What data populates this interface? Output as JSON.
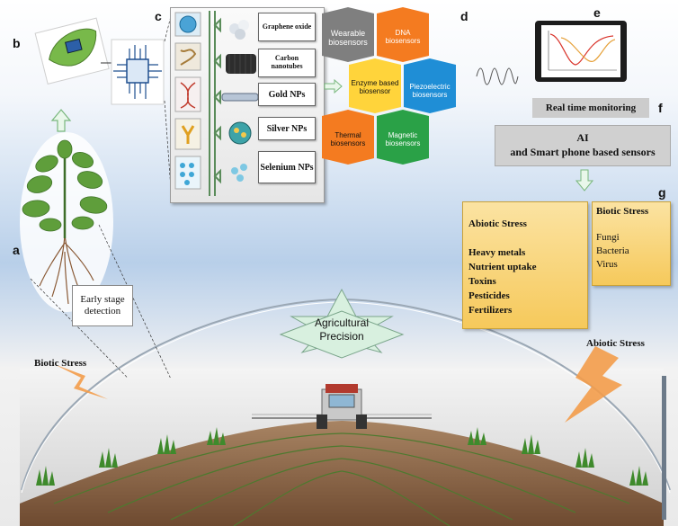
{
  "letters": [
    "a",
    "b",
    "c",
    "d",
    "e",
    "f",
    "g"
  ],
  "nanomaterials": [
    "Graphene oxide",
    "Carbon nanotubes",
    "Gold NPs",
    "Silver NPs",
    "Selenium NPs"
  ],
  "biosensors": {
    "wearable": "Wearable biosensors",
    "dna": "DNA biosensors",
    "enzyme": "Enzyme based biosensor",
    "piezo": "Piezoelectric biosensors",
    "thermal": "Thermal biosensors",
    "magnetic": "Magnetic biosensors"
  },
  "monitoring": "Real time monitoring",
  "ai_box": {
    "line1": "AI",
    "line2": "and Smart phone based sensors"
  },
  "abiotic_box": {
    "title": "Abiotic Stress",
    "items": [
      "Heavy metals",
      "Nutrient uptake",
      "Toxins",
      "Pesticides",
      "Fertilizers"
    ]
  },
  "biotic_box": {
    "title": "Biotic Stress",
    "items": [
      "Fungi",
      "Bacteria",
      "Virus"
    ]
  },
  "early_detection": "Early stage detection",
  "agri_star": "Agricultural Precision",
  "field_biotic": "Biotic Stress",
  "field_abiotic": "Abiotic Stress",
  "colors": {
    "hex_grey": "#7f7f7f",
    "hex_orange": "#f47b20",
    "hex_yellow": "#ffd43b",
    "hex_blue": "#1f8ed6",
    "hex_green": "#2aa147",
    "stress_box": "#f9d77e",
    "grey_box": "#cccccc"
  }
}
